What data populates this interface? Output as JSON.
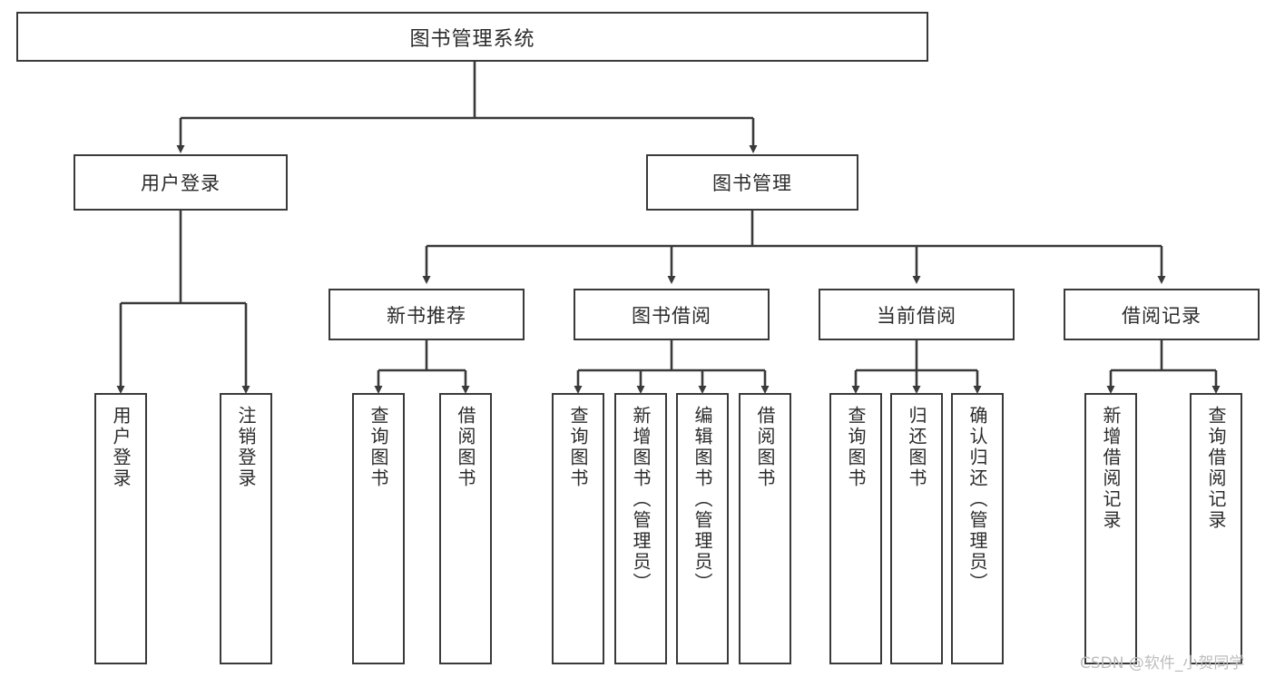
{
  "diagram": {
    "title": "图书管理系统",
    "type": "hierarchy-tree",
    "root": {
      "label": "图书管理系统",
      "children": [
        {
          "label": "用户登录",
          "children": [
            {
              "label": "用户登录"
            },
            {
              "label": "注销登录"
            }
          ]
        },
        {
          "label": "图书管理",
          "children": [
            {
              "label": "新书推荐",
              "children": [
                {
                  "label": "查询图书"
                },
                {
                  "label": "借阅图书"
                }
              ]
            },
            {
              "label": "图书借阅",
              "children": [
                {
                  "label": "查询图书"
                },
                {
                  "label": "新增图书（管理员）"
                },
                {
                  "label": "编辑图书（管理员）"
                },
                {
                  "label": "借阅图书"
                }
              ]
            },
            {
              "label": "当前借阅",
              "children": [
                {
                  "label": "查询图书"
                },
                {
                  "label": "归还图书"
                },
                {
                  "label": "确认归还（管理员）"
                }
              ]
            },
            {
              "label": "借阅记录",
              "children": [
                {
                  "label": "新增借阅记录"
                },
                {
                  "label": "查询借阅记录"
                }
              ]
            }
          ]
        }
      ]
    }
  },
  "nodes": {
    "root": "图书管理系统",
    "l2_user_login": "用户登录",
    "l2_book_mgmt": "图书管理",
    "l3_new_book": "新书推荐",
    "l3_borrow": "图书借阅",
    "l3_current": "当前借阅",
    "l3_record": "借阅记录",
    "leaf_user_login": "用户登录",
    "leaf_user_logout": "注销登录",
    "leaf_nb_query": "查询图书",
    "leaf_nb_borrow": "借阅图书",
    "leaf_bb_query": "查询图书",
    "leaf_bb_add": "新增图书（管理员）",
    "leaf_bb_edit": "编辑图书（管理员）",
    "leaf_bb_borrow": "借阅图书",
    "leaf_cb_query": "查询图书",
    "leaf_cb_return": "归还图书",
    "leaf_cb_confirm": "确认归还（管理员）",
    "leaf_rec_add": "新增借阅记录",
    "leaf_rec_query": "查询借阅记录"
  },
  "watermark": {
    "text": "CSDN @软件_小贺同学"
  },
  "colors": {
    "box_border": "#3a3a3a",
    "text": "#2b2b2b",
    "line": "#3a3a3a",
    "background": "#ffffff",
    "watermark": "#bdbdbd"
  }
}
